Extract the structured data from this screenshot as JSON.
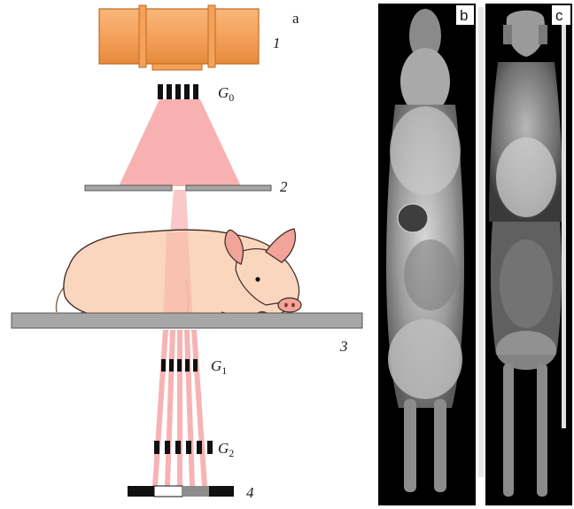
{
  "figure": {
    "panel_labels": {
      "a": "a",
      "b": "b",
      "c": "c"
    },
    "numbers": {
      "source": "1",
      "slit_plate": "2",
      "table": "3",
      "detector": "4"
    },
    "gratings": [
      {
        "letter": "G",
        "sub": "0"
      },
      {
        "letter": "G",
        "sub": "1"
      },
      {
        "letter": "G",
        "sub": "2"
      }
    ],
    "colors": {
      "tube_orange": "#f4a25a",
      "tube_dark": "#d9772b",
      "beam_pink": "#f59a9a",
      "plate_gray": "#a6a6a6",
      "pig_skin": "#fbd6bf",
      "pig_ear": "#f2a39a",
      "xray_bg": "#000000"
    }
  }
}
